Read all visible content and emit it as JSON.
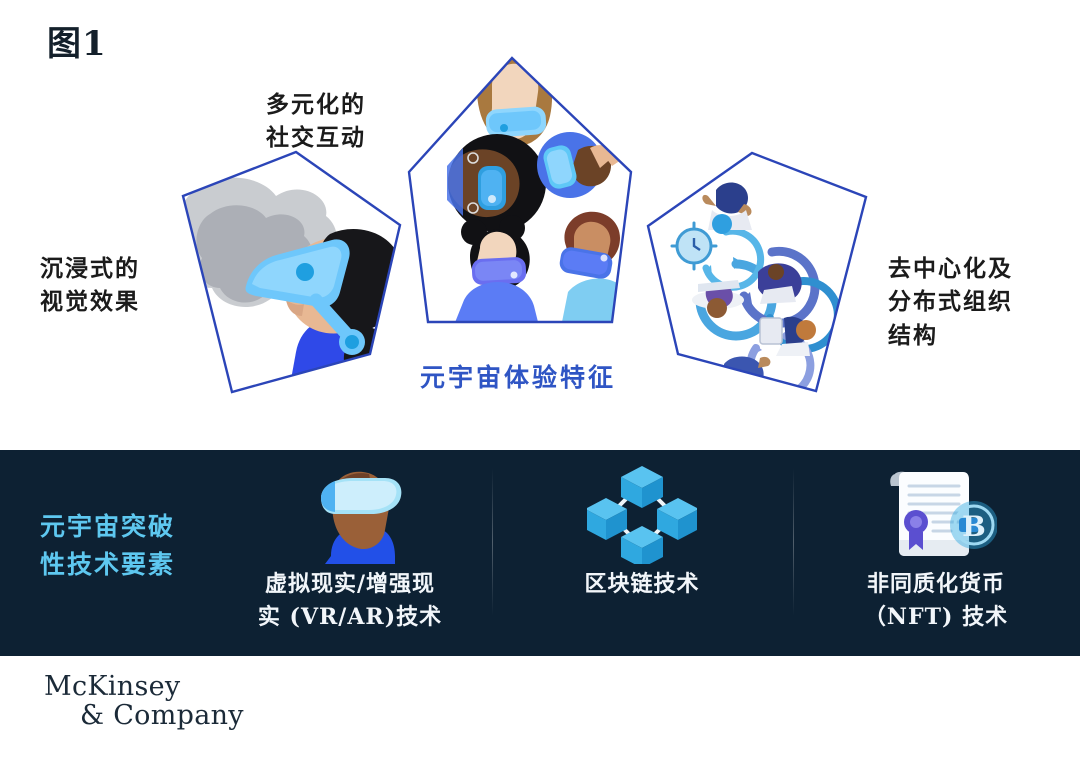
{
  "figure": {
    "title": "图1"
  },
  "diagram": {
    "center_label": "元宇宙体验特征",
    "accent_blue": "#2f55c4",
    "outline_color": "#2b45b8",
    "nodes": [
      {
        "id": "immersive",
        "label": "沉浸式的\n视觉效果",
        "position": "left",
        "illustration": "vr-user-with-cloud-icon"
      },
      {
        "id": "social",
        "label": "多元化的\n社交互动",
        "position": "top",
        "illustration": "vr-users-group-icon"
      },
      {
        "id": "decentral",
        "label": "去中心化及\n分布式组织\n结构",
        "position": "right",
        "illustration": "decentralized-network-icon"
      }
    ]
  },
  "band": {
    "background": "#0d2133",
    "title": "元宇宙突破\n性技术要素",
    "title_color": "#5ec8f0",
    "items": [
      {
        "id": "vrar",
        "caption": "虚拟现实/增强现\n实 (VR/AR)技术",
        "icon": "vr-headset-person-icon"
      },
      {
        "id": "blockchain",
        "caption": "区块链技术",
        "icon": "blockchain-cubes-icon"
      },
      {
        "id": "nft",
        "caption": "非同质化货币\n（NFT) 技术",
        "icon": "nft-certificate-bitcoin-icon"
      }
    ]
  },
  "footer": {
    "logo_line1": "McKinsey",
    "logo_line2": "& Company"
  }
}
